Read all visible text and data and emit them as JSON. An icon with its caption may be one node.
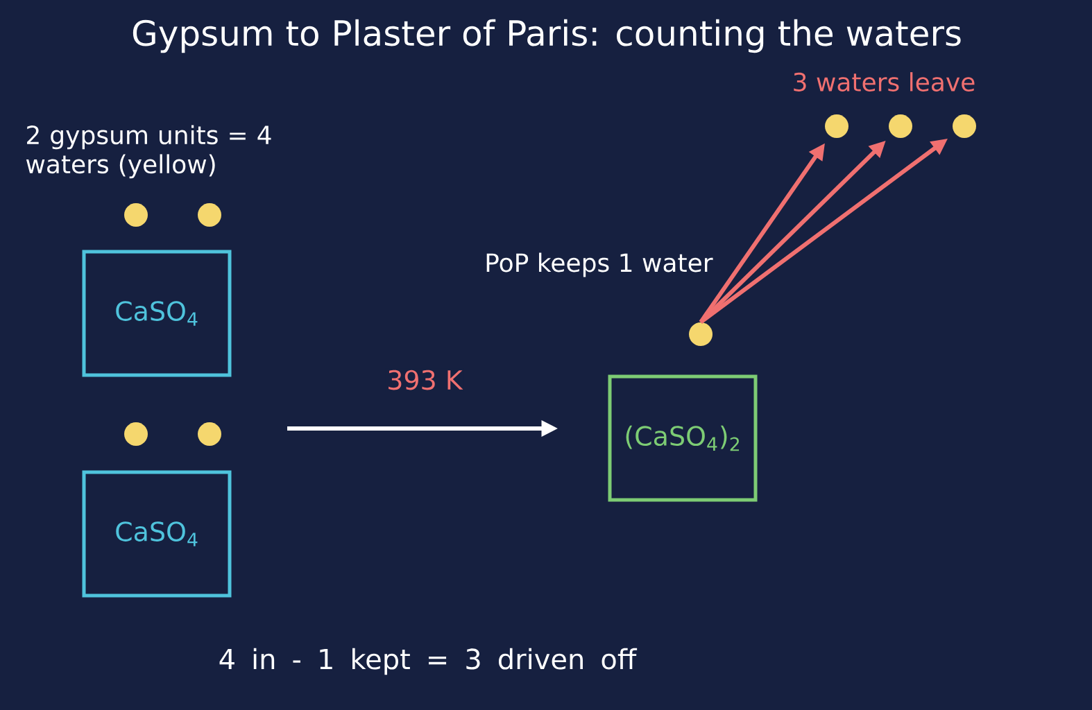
{
  "diagram": {
    "title": "Gypsum to Plaster of Paris: counting the waters",
    "nodes": [
      {
        "text": [],
        "shape": "circle"
      },
      {
        "text": [],
        "shape": "circle"
      },
      {
        "text": [
          "CaSO$_{4}$"
        ]
      },
      {
        "text": [],
        "shape": "circle"
      },
      {
        "text": [],
        "shape": "circle"
      },
      {
        "text": [
          "CaSO$_{4}$"
        ]
      },
      {
        "text": [
          "(CaSO$_{4}$)$_{2}$"
        ]
      },
      {
        "text": [],
        "shape": "circle"
      },
      {
        "text": [],
        "shape": "circle"
      },
      {
        "text": [],
        "shape": "circle"
      },
      {
        "text": [],
        "shape": "circle"
      }
    ],
    "edges": [
      {
        "from": null,
        "to": 6,
        "arrow": "to",
        "label": "393 K",
        "color": "#ffffff"
      },
      {
        "from": 7,
        "to": 8,
        "arrow": "to"
      },
      {
        "from": 7,
        "to": 9,
        "arrow": "to"
      },
      {
        "from": 7,
        "to": 10,
        "arrow": "to"
      }
    ],
    "labels": [
      "3 waters leave",
      "2 gypsum units = 4 waters (yellow)",
      "PoP keeps 1 water",
      "4 in  -  1 kept  =  3 driven off"
    ]
  }
}
